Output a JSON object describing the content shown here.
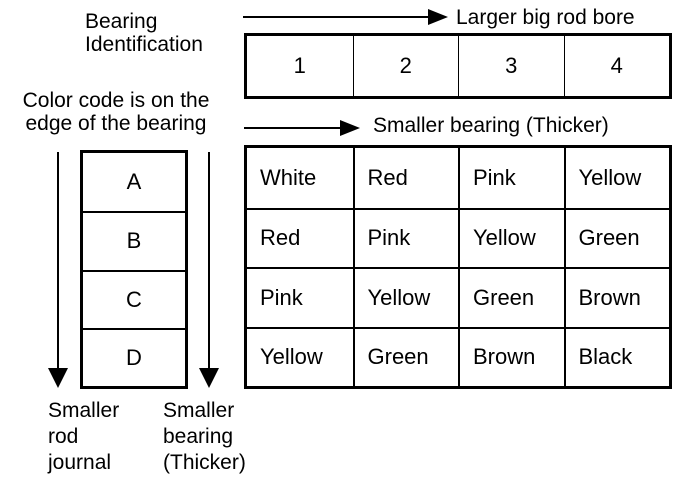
{
  "labels": {
    "bearing_identification": "Bearing Identification",
    "color_code_note": {
      "line1": "Color code is on the",
      "line2": "edge of the bearing"
    },
    "larger_big_rod_bore": "Larger big rod bore",
    "smaller_bearing_thicker": "Smaller bearing (Thicker)",
    "smaller_rod_journal": {
      "line1": "Smaller",
      "line2": "rod",
      "line3": "journal"
    },
    "smaller_bearing_bottom": {
      "line1": "Smaller",
      "line2": "bearing",
      "line3": "(Thicker)"
    }
  },
  "bore_table": {
    "cells": [
      "1",
      "2",
      "3",
      "4"
    ]
  },
  "journal_table": {
    "cells": [
      "A",
      "B",
      "C",
      "D"
    ]
  },
  "color_matrix": {
    "rows": [
      [
        "White",
        "Red",
        "Pink",
        "Yellow"
      ],
      [
        "Red",
        "Pink",
        "Yellow",
        "Green"
      ],
      [
        "Pink",
        "Yellow",
        "Green",
        "Brown"
      ],
      [
        "Yellow",
        "Green",
        "Brown",
        "Black"
      ]
    ]
  },
  "colors": {
    "ink": "#000000",
    "background": "#ffffff"
  }
}
